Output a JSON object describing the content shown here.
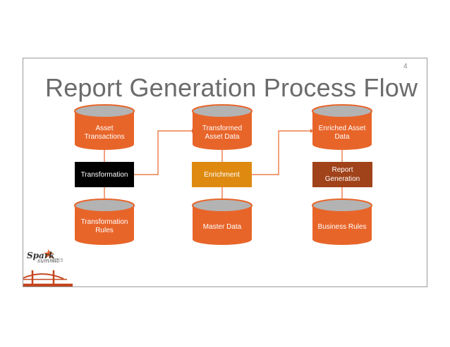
{
  "slide": {
    "title": "Report Generation Process Flow",
    "page_number": "4"
  },
  "logo": {
    "word1": "Spark",
    "word2": "summit",
    "year": "2015"
  },
  "cylinders": {
    "asset_transactions": [
      "Asset",
      "Transactions"
    ],
    "transformed_asset_data": [
      "Transformed",
      "Asset Data"
    ],
    "enriched_asset_data": [
      "Enriched Asset",
      "Data"
    ],
    "transformation_rules": [
      "Transformation",
      "Rules"
    ],
    "master_data": [
      "Master Data"
    ],
    "business_rules": [
      "Business Rules"
    ]
  },
  "process_boxes": {
    "transformation": "Transformation",
    "enrichment": "Enrichment",
    "report_generation": [
      "Report",
      "Generation"
    ]
  },
  "colors": {
    "cylinder_fill": "#e8652a",
    "cylinder_top": "#b3b3b3",
    "transformation_box": "#000000",
    "enrichment_box": "#de8a10",
    "report_box": "#a0421a",
    "connector": "#e8652a"
  }
}
